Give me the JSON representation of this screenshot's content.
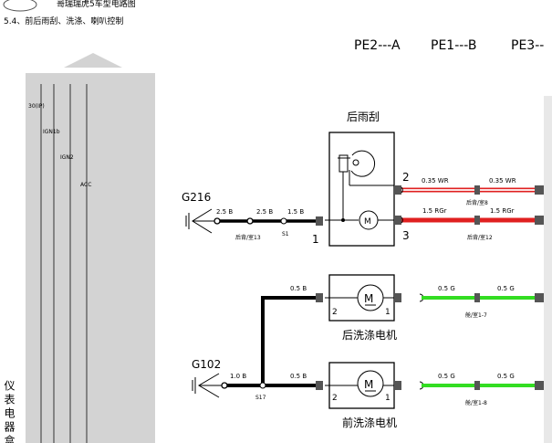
{
  "header": {
    "top_title": "哥瑞瑞虎5车型电路图",
    "section_title": "5.4、前后雨刮、洗涤、喇叭控制",
    "pe_labels": [
      "PE2---A",
      "PE1---B",
      "PE3--"
    ]
  },
  "left_panel": {
    "rails": [
      "30(IP)",
      "IGN1b",
      "IGN2",
      "ACC"
    ],
    "vertical_label": "仪表电器盒"
  },
  "rear_wiper": {
    "title": "后雨刮",
    "pin_top": "2",
    "pin_left": "1",
    "pin_bottom": "3",
    "motor_symbol": "M"
  },
  "ground_g216": {
    "label": "G216",
    "wire1": "2.5 B",
    "wire2": "2.5 B",
    "wire3": "1.5 B",
    "splice": "S1",
    "connector": "后背/室13"
  },
  "wiper_out": {
    "wr1": "0.35 WR",
    "wr2": "0.35 WR",
    "wr_conn": "后背/室8",
    "rgr1": "1.5 RGr",
    "rgr2": "1.5 RGr",
    "rgr_conn": "后背/室12"
  },
  "rear_washer": {
    "label": "后洗涤电机",
    "motor_symbol": "M",
    "pin_left": "2",
    "pin_right": "1",
    "wire_in": "0.5 B",
    "g1": "0.5 G",
    "g2": "0.5 G",
    "conn": "舱/室1-7"
  },
  "front_washer": {
    "label": "前洗涤电机",
    "motor_symbol": "M",
    "pin_left": "2",
    "pin_right": "1",
    "wire_in": "0.5 B",
    "g1": "0.5 G",
    "g2": "0.5 G",
    "conn": "舱/室1-8"
  },
  "ground_g102": {
    "label": "G102",
    "wire1": "1.0 B",
    "splice": "S17"
  },
  "colors": {
    "wire_black": "#000000",
    "wire_red": "#e02020",
    "wire_green": "#33dd22",
    "panel_gray": "#d3d3d3"
  }
}
